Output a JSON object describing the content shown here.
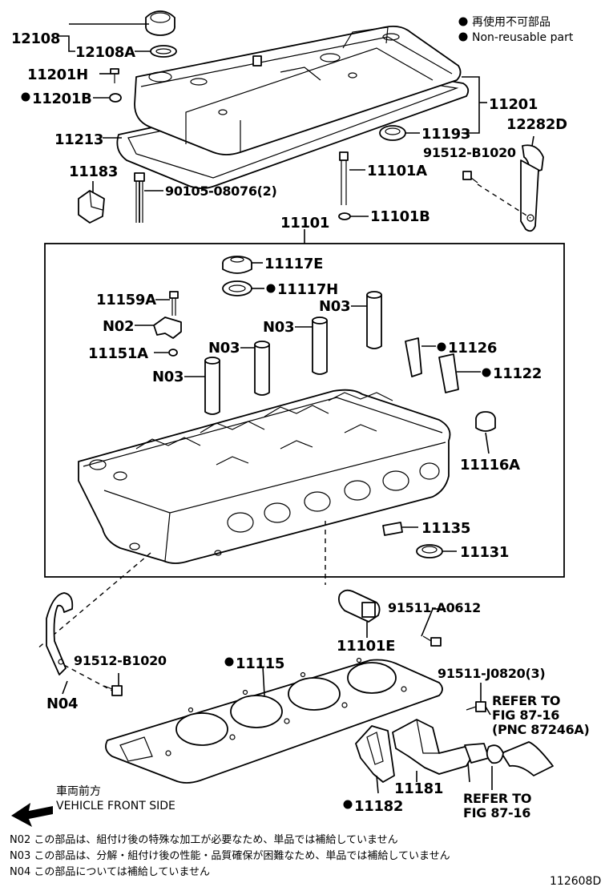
{
  "legend": {
    "jp": "再使用不可部品",
    "en": "Non-reusable part"
  },
  "parts": {
    "p12108": "12108",
    "p12108A": "12108A",
    "p11201H": "11201H",
    "p11201B": "11201B",
    "p11201": "11201",
    "p11213": "11213",
    "p11193": "11193",
    "p12282D": "12282D",
    "p91512_top": "91512-B1020",
    "p11183": "11183",
    "p90105": "90105-08076(2)",
    "p11101A": "11101A",
    "p11101B": "11101B",
    "p11101": "11101",
    "p11117E": "11117E",
    "p11117H": "11117H",
    "p11159A": "11159A",
    "n02": "N02",
    "p11151A": "11151A",
    "n03_a": "N03",
    "n03_b": "N03",
    "n03_c": "N03",
    "n03_d": "N03",
    "p11126": "11126",
    "p11122": "11122",
    "p11116A": "11116A",
    "p11135": "11135",
    "p11131": "11131",
    "p91511_A": "91511-A0612",
    "p11101E": "11101E",
    "p91512_bot": "91512-B1020",
    "n04": "N04",
    "p11115": "11115",
    "p91511_J": "91511-J0820(3)",
    "refer1_l1": "REFER TO",
    "refer1_l2": "FIG 87-16",
    "refer1_l3": "(PNC 87246A)",
    "p11181": "11181",
    "p11182": "11182",
    "refer2_l1": "REFER TO",
    "refer2_l2": "FIG 87-16"
  },
  "front": {
    "jp": "車両前方",
    "en": "VEHICLE FRONT SIDE"
  },
  "notes": [
    "N02 この部品は、組付け後の特殊な加工が必要なため、単品では補給していません",
    "N03 この部品は、分解・組付け後の性能・品質確保が困難なため、単品では補給していません",
    "N04 この部品については補給していません"
  ],
  "figure_id": "112608D"
}
